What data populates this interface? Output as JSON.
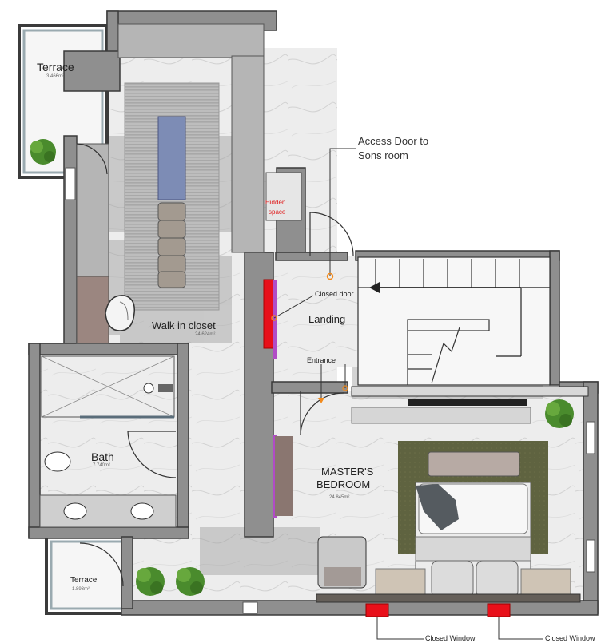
{
  "rooms": {
    "terrace_top": {
      "name": "Terrace",
      "area": "3.466m²"
    },
    "walkin": {
      "name": "Walk in closet",
      "area": "24.624m²"
    },
    "bath": {
      "name": "Bath",
      "area": "7.740m²"
    },
    "terrace_bottom": {
      "name": "Terrace",
      "area": "1.893m²"
    },
    "landing": {
      "name": "Landing"
    },
    "master": {
      "name_line1": "MASTER'S",
      "name_line2": "BEDROOM",
      "area": "24.845m²"
    }
  },
  "annotations": {
    "access_door_line1": "Access Door to",
    "access_door_line2": "Sons room",
    "hidden_space_line1": "Hidden",
    "hidden_space_line2": "space",
    "closed_door": "Closed door",
    "entrance": "Entrance",
    "closed_window_1": "Closed Window",
    "closed_window_2": "Closed Window"
  },
  "colors": {
    "wall": "#8f8f8f",
    "wall_outline": "#3a3a3a",
    "marble": "#eeeeee",
    "rug": "#5f6340",
    "highlight_red": "#e8101a",
    "highlight_magenta": "#b14cc6",
    "marker_orange": "#f28a1c"
  }
}
